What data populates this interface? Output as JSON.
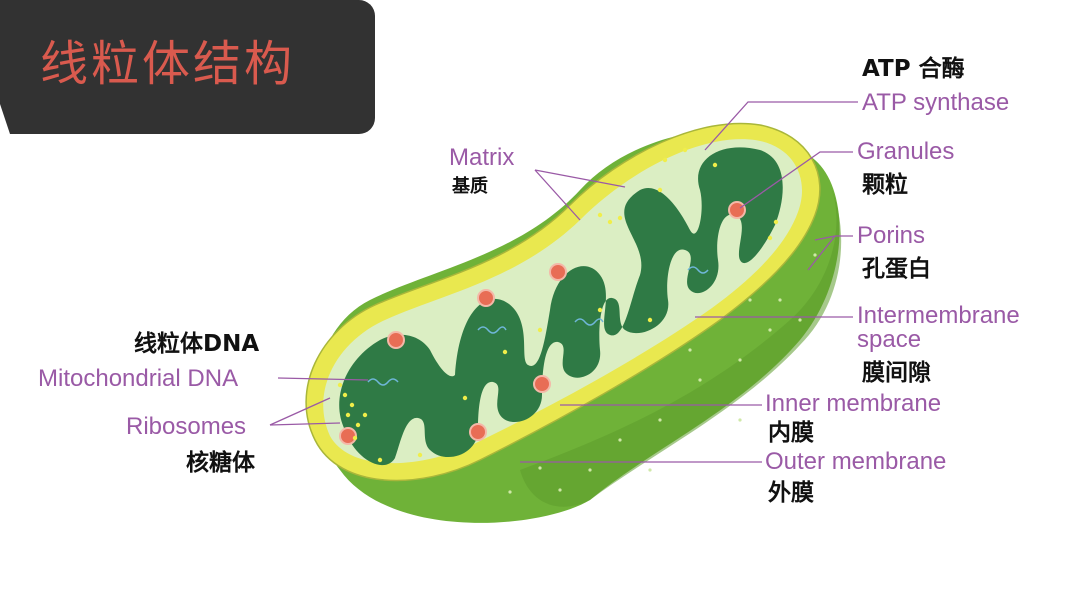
{
  "title": "线粒体结构",
  "colors": {
    "title_bg": "#323232",
    "title_text": "#d95a4e",
    "english_label": "#9a5aa6",
    "leader_line": "#9a5aa6",
    "outer_membrane": "#e9e84f",
    "body_green": "#7cbf3a",
    "intermembrane": "#dbeec3",
    "inner_matrix": "#2f7a45",
    "granule": "#e86d55"
  },
  "labels": {
    "atp_zh": "ATP 合酶",
    "atp_en": "ATP synthase",
    "granules_en": "Granules",
    "granules_zh": "颗粒",
    "porins_en": "Porins",
    "porins_zh": "孔蛋白",
    "intermembrane_en_1": "Intermembrane",
    "intermembrane_en_2": "space",
    "intermembrane_zh": "膜间隙",
    "inner_en": "Inner membrane",
    "inner_zh": "内膜",
    "outer_en": "Outer membrane",
    "outer_zh": "外膜",
    "matrix_en": "Matrix",
    "matrix_zh": "基质",
    "mtdna_zh": "线粒体DNA",
    "mtdna_en": "Mitochondrial DNA",
    "ribosomes_en": "Ribosomes",
    "ribosomes_zh": "核糖体"
  }
}
